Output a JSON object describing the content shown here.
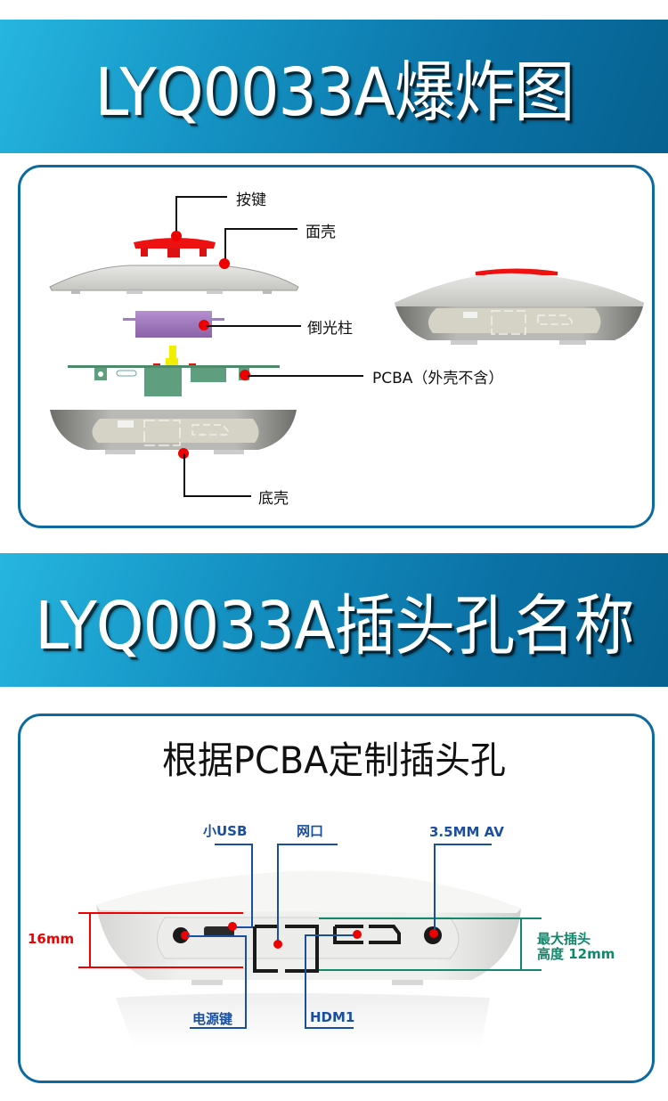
{
  "section1": {
    "banner_title": "LYQ0033A爆炸图",
    "labels": {
      "button": "按键",
      "top_shell": "面壳",
      "light_pipe": "倒光柱",
      "pcba": "PCBA（外壳不含）",
      "bottom_shell": "底壳"
    }
  },
  "section2": {
    "banner_title": "LYQ0033A插头孔名称",
    "subtitle": "根据PCBA定制插头孔",
    "ports": {
      "mini_usb": "小USB",
      "ethernet": "网口",
      "av": "3.5MM AV",
      "power_key": "电源键",
      "hdmi": "HDM1"
    },
    "dimensions": {
      "height": "16mm",
      "max_plug_line1": "最大插头",
      "max_plug_line2": "高度 12mm"
    }
  },
  "colors": {
    "banner_dark": "#06618f",
    "banner_light": "#26b6e0",
    "panel_border": "#0c6a9e",
    "callout_dot": "#ee0000",
    "port_label": "#1a4fa0",
    "dim_red": "#ee0000",
    "dim_green": "#11876b"
  }
}
